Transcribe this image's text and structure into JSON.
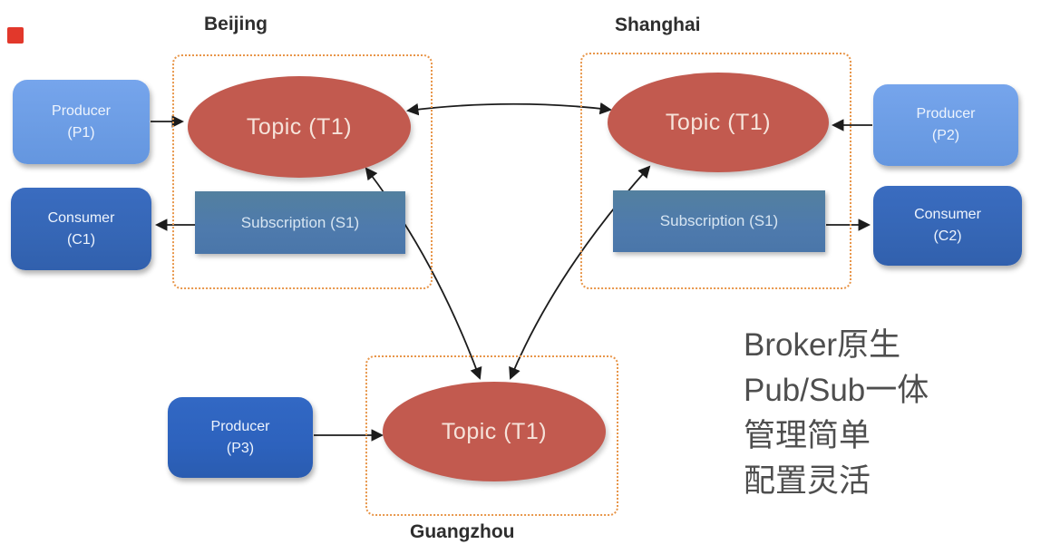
{
  "diagram": {
    "beijing": {
      "title": "Beijing",
      "topic": "Topic (T1)",
      "subscription": "Subscription (S1)"
    },
    "shanghai": {
      "title": "Shanghai",
      "topic": "Topic (T1)",
      "subscription": "Subscription (S1)"
    },
    "guangzhou": {
      "title": "Guangzhou",
      "topic": "Topic (T1)"
    },
    "producer_p1": {
      "name": "Producer",
      "id": "(P1)"
    },
    "producer_p2": {
      "name": "Producer",
      "id": "(P2)"
    },
    "producer_p3": {
      "name": "Producer",
      "id": "(P3)"
    },
    "consumer_c1": {
      "name": "Consumer",
      "id": "(C1)"
    },
    "consumer_c2": {
      "name": "Consumer",
      "id": "(C2)"
    }
  },
  "annotation": {
    "lines": [
      "Broker原生",
      "Pub/Sub一体",
      "管理简单",
      "配置灵活"
    ]
  },
  "colors": {
    "topic_ellipse": "#c25a4f",
    "producer_light_blue": "#6b9ce4",
    "consumer_blue": "#3566b5",
    "producer_p3_blue": "#2d62bd",
    "subscription_box": "#4e7aad",
    "region_border_orange": "#e8964a",
    "arrow": "#1c1c1c",
    "note_text": "#4e4e4e",
    "corner_marker_red": "#e2382b"
  }
}
